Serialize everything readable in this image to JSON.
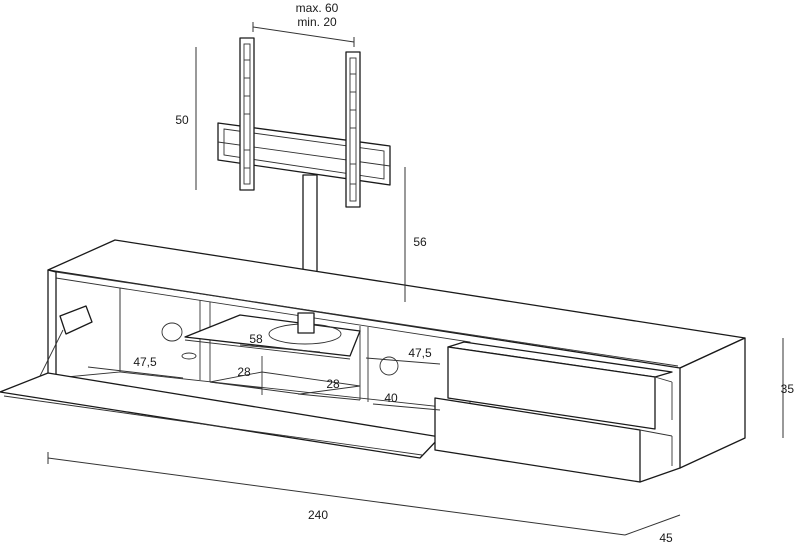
{
  "diagram": {
    "labels": {
      "bracket_width_max": "max. 60",
      "bracket_width_min": "min. 20",
      "bracket_height": "50",
      "mount_height": "56",
      "shelf_width": "58",
      "inner_width_left": "47,5",
      "inner_width_right": "47,5",
      "shelf_height_left": "28",
      "shelf_height_center": "28",
      "compartment_depth": "40",
      "cabinet_height": "35",
      "total_width": "240",
      "total_depth": "45"
    }
  }
}
